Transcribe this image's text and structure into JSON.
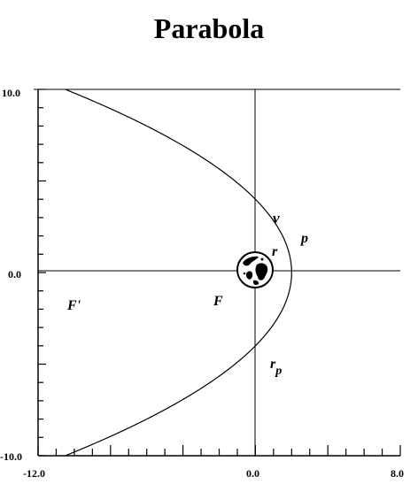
{
  "title": "Parabola",
  "axes": {
    "x_range": [
      -12.0,
      8.0
    ],
    "y_range": [
      -10.0,
      10.0
    ],
    "x_tick_labels": [
      "-12.0",
      "0.0",
      "8.0"
    ],
    "y_tick_labels": [
      "10.0",
      "0.0",
      "-10.0"
    ]
  },
  "parabola": {
    "focus": [
      0.0,
      0.0
    ],
    "vertex_distance": 2.0,
    "opens": "left"
  },
  "labels": {
    "v": "v",
    "r": "r",
    "p": "p",
    "F": "F",
    "F_prime": "F'",
    "r_p": "r",
    "r_p_sub": "p"
  },
  "central_body": "earth-globe-icon"
}
